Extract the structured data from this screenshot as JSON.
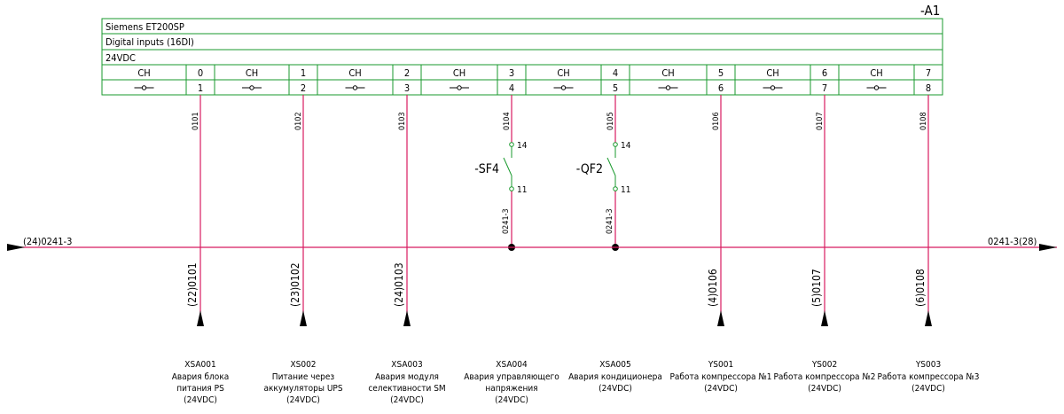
{
  "module": {
    "designation": "-A1",
    "rows": [
      "Siemens ET200SP",
      "Digital inputs (16DI)",
      "24VDC"
    ],
    "channel_header": "CH",
    "channels": [
      {
        "num": "0",
        "pin": "1"
      },
      {
        "num": "1",
        "pin": "2"
      },
      {
        "num": "2",
        "pin": "3"
      },
      {
        "num": "3",
        "pin": "4"
      },
      {
        "num": "4",
        "pin": "5"
      },
      {
        "num": "5",
        "pin": "6"
      },
      {
        "num": "6",
        "pin": "7"
      },
      {
        "num": "7",
        "pin": "8"
      }
    ]
  },
  "colors": {
    "module_border": "#1a9a2e",
    "wire": "#d81b60",
    "switch": "#1a9a2e",
    "text": "#000000"
  },
  "bus": {
    "left_label": "(24)0241-3",
    "right_label": "0241-3(28)"
  },
  "switches": [
    {
      "name": "-SF4",
      "wire_top": "0104",
      "wire_bottom": "0241-3",
      "pin_top": "14",
      "pin_bottom": "11"
    },
    {
      "name": "-QF2",
      "wire_top": "0105",
      "wire_bottom": "0241-3",
      "pin_top": "14",
      "pin_bottom": "11"
    }
  ],
  "wires": [
    "0101",
    "0102",
    "0103",
    "0104",
    "0105",
    "0106",
    "0107",
    "0108"
  ],
  "inputs": [
    {
      "ref": "(22)0101",
      "tag": "XSA001",
      "lines": [
        "Авария блока",
        "питания PS",
        "(24VDC)"
      ]
    },
    {
      "ref": "(23)0102",
      "tag": "XS002",
      "lines": [
        "Питание через",
        "аккумуляторы UPS",
        "(24VDC)"
      ]
    },
    {
      "ref": "(24)0103",
      "tag": "XSA003",
      "lines": [
        "Авария модуля",
        "селективности SM",
        "(24VDC)"
      ]
    },
    {
      "ref": "",
      "tag": "XSA004",
      "lines": [
        "Авария управляющего",
        "напряжения",
        "(24VDC)"
      ]
    },
    {
      "ref": "",
      "tag": "XSA005",
      "lines": [
        "Авария кондиционера",
        "(24VDC)"
      ]
    },
    {
      "ref": "(4)0106",
      "tag": "YS001",
      "lines": [
        "Работа компрессора №1",
        "(24VDC)"
      ]
    },
    {
      "ref": "(5)0107",
      "tag": "YS002",
      "lines": [
        "Работа компрессора №2",
        "(24VDC)"
      ]
    },
    {
      "ref": "(6)0108",
      "tag": "YS003",
      "lines": [
        "Работа компрессора №3",
        "(24VDC)"
      ]
    }
  ]
}
